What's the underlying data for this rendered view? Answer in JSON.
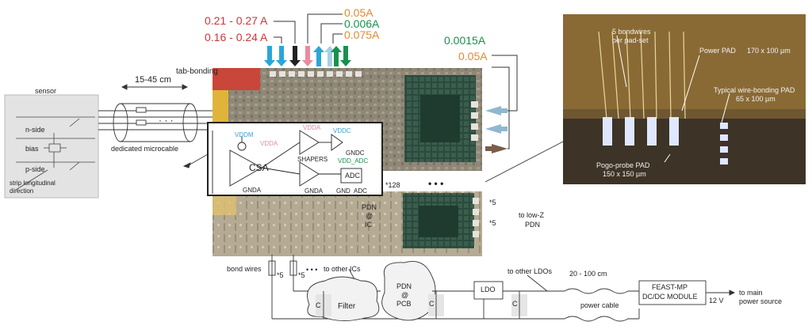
{
  "colors": {
    "red": "#c8383a",
    "orange": "#e38b2d",
    "green": "#17924d",
    "cyan": "#2aa7d8",
    "pink": "#e98aa0",
    "vdd_blue": "#3aa0d6",
    "chip_bg": "#8e8676",
    "photo_bg": "#6b5330"
  },
  "currents": {
    "left_top": "0.21 - 0.27 A",
    "left_bottom": "0.16 - 0.24 A",
    "right_1": "0.05A",
    "right_2": "0.006A",
    "right_3": "0.075A",
    "side_1": "0.0015A",
    "side_2": "0.05A"
  },
  "sensor": {
    "title": "sensor",
    "n_side": "n-side",
    "bias": "bias",
    "p_side": "p-side",
    "strip_line1": "strip longitudinal",
    "strip_line2": "direction"
  },
  "cable": {
    "length": "15-45 cm",
    "label": "dedicated microcable",
    "dots": "· · ·"
  },
  "tab_bonding": "tab-bonding",
  "circuit": {
    "vddm": "VDDM",
    "vdda_left": "VDDA",
    "csa": "CSA",
    "gnda_left": "GNDA",
    "vdda_mid": "VDDA",
    "shapers": "SHAPERS",
    "gnda_mid": "GNDA",
    "vddc": "VDDC",
    "gndc": "GNDC",
    "vdd_adc": "VDD_ADC",
    "adc": "ADC",
    "gnd_adc": "GND",
    "adc_sub": "ADC",
    "times128": "*128"
  },
  "pdn_ic": {
    "line1": "PDN",
    "line2": "@",
    "line3": "IC"
  },
  "dots_main": "• • •",
  "lowz": {
    "mult_top": "*5",
    "mult_bottom": "*5",
    "line1": "to low-Z",
    "line2": "PDN"
  },
  "photo": {
    "bondwires_line1": "5 bondwires",
    "bondwires_line2": "per pad-set",
    "power_pad": "Power PAD",
    "power_pad_dim": "170 x 100 µm",
    "typical_line1": "Typical wire-bonding PAD",
    "typical_line2": "65 x 100 µm",
    "pogo_line1": "Pogo-probe PAD",
    "pogo_line2": "150 x 150 µm"
  },
  "board": {
    "bond_wires": "bond wires",
    "mult_a": "*5",
    "mult_b": "*5",
    "to_other_ics": "to other ICs",
    "cap_a": "C",
    "filter": "Filter",
    "pdn_line1": "PDN",
    "pdn_line2": "@",
    "pdn_line3": "PCB",
    "cap_b": "C",
    "ldo": "LDO",
    "cap_c": "C",
    "to_other_ldos": "to other LDOs",
    "power_cable_len": "20 - 100 cm",
    "power_cable": "power cable",
    "feast_line1": "FEAST-MP",
    "feast_line2": "DC/DC MODULE",
    "twelve_v": "12 V",
    "main_line1": "to main",
    "main_line2": "power source"
  }
}
